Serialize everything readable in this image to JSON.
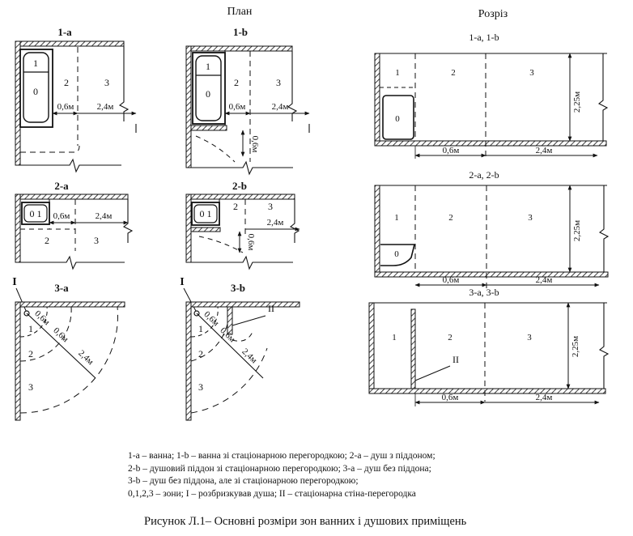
{
  "headers": {
    "plan": "План",
    "section": "Розріз"
  },
  "plans": {
    "p1a": {
      "title": "1-а",
      "z1": "1",
      "z0": "0",
      "z2": "2",
      "z3": "3",
      "d1": "0,6м",
      "d2": "2,4м"
    },
    "p1b": {
      "title": "1-b",
      "z1": "1",
      "z0": "0",
      "z2": "2",
      "z3": "3",
      "d1": "0,6м",
      "d2": "2,4м",
      "dv": "0,6м"
    },
    "p2a": {
      "title": "2-а",
      "z01": "0 1",
      "z2": "2",
      "z3": "3",
      "d1": "0,6м",
      "d2": "2,4м"
    },
    "p2b": {
      "title": "2-b",
      "z01": "0 1",
      "z2": "2",
      "z3": "3",
      "d2": "2,4м",
      "dv": "0,6м"
    },
    "p3a": {
      "title": "3-а",
      "mark": "І",
      "z1": "1",
      "z2": "2",
      "z3": "3",
      "d1": "0,6м",
      "d2": "0,6м",
      "d3": "2,4м"
    },
    "p3b": {
      "title": "3-b",
      "mark": "І",
      "mark2": "ІІ",
      "z1": "1",
      "z2": "2",
      "z3": "3",
      "d1": "0,6м",
      "d2": "0,6м",
      "d3": "2,4м"
    }
  },
  "sections": {
    "s1": {
      "title": "1-а, 1-b",
      "z1": "1",
      "z2": "2",
      "z3": "3",
      "z0": "0",
      "h": "2,25м",
      "d1": "0,6м",
      "d2": "2,4м"
    },
    "s2": {
      "title": "2-а, 2-b",
      "z1": "1",
      "z2": "2",
      "z3": "3",
      "z0": "0",
      "h": "2,25м",
      "d1": "0,6м",
      "d2": "2,4м"
    },
    "s3": {
      "title": "3-а, 3-b",
      "z1": "1",
      "z2": "2",
      "z3": "3",
      "mark": "ІІ",
      "h": "2,25м",
      "d1": "0,6м",
      "d2": "2,4м"
    }
  },
  "legend": [
    "1-а – ванна; 1-b – ванна зі стаціонарною перегородкою; 2-а – душ з піддоном;",
    "2-b – душовий піддон зі стаціонарною перегородкою; 3-а – душ без піддона;",
    "3-b – душ без піддона, але зі стаціонарною перегородкою;",
    "0,1,2,3 – зони; І – розбризкував душа;  ІІ – стаціонарна стіна-перегородка"
  ],
  "caption": "Рисунок  Л.1– Основні розміри зон ванних і душових приміщень"
}
